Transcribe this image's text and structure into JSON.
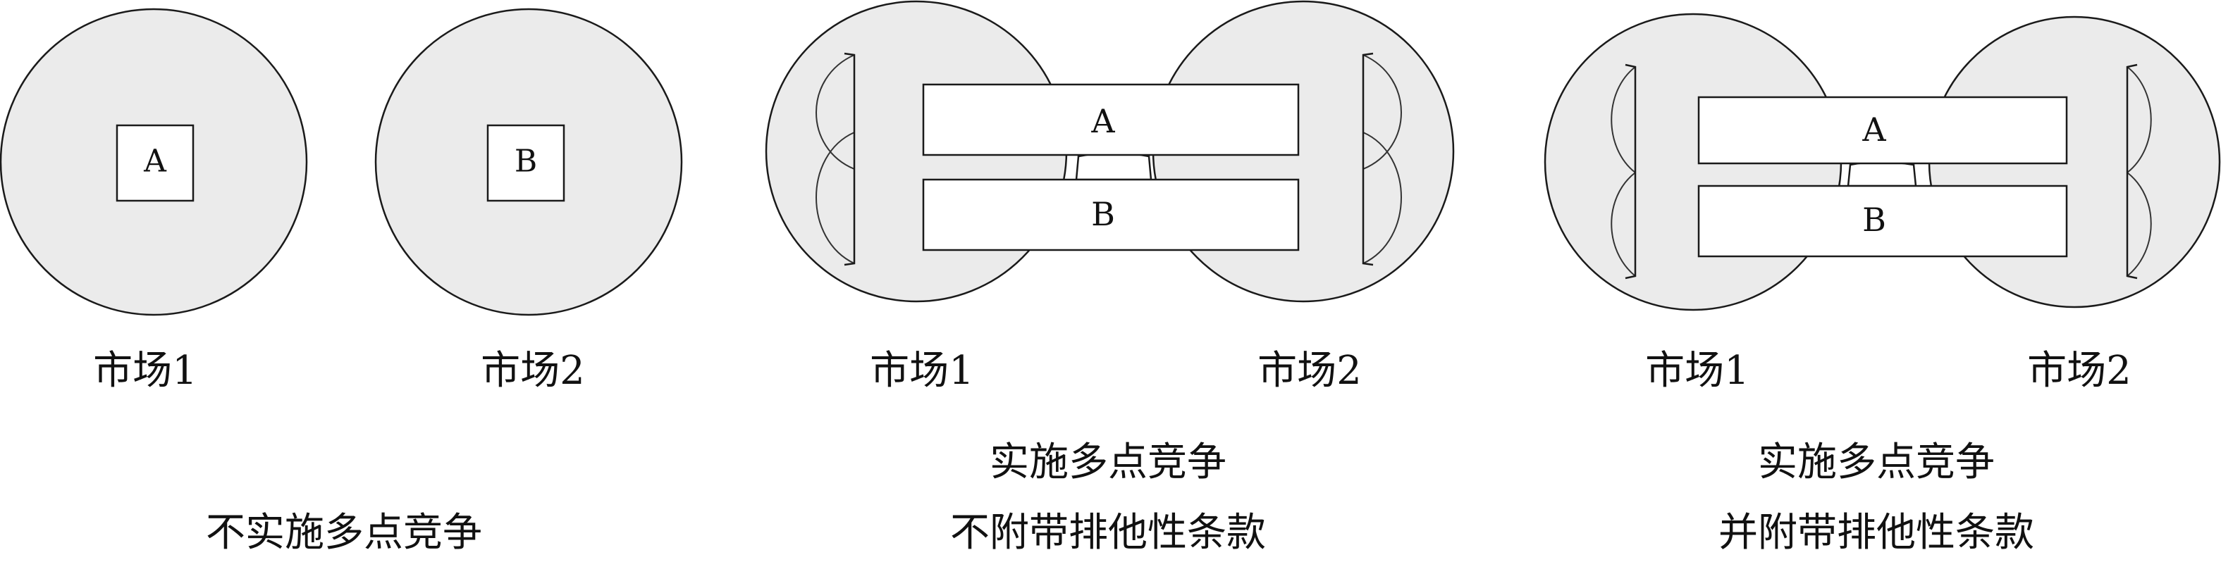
{
  "panel1": {
    "firm_a": "A",
    "firm_b": "B",
    "market1": "市场1",
    "market2": "市场2",
    "caption": "不实施多点竞争"
  },
  "panel2": {
    "firm_a": "A",
    "firm_b": "B",
    "market1": "市场1",
    "market2": "市场2",
    "caption_line1": "实施多点竞争",
    "caption_line2": "不附带排他性条款"
  },
  "panel3": {
    "firm_a": "A",
    "firm_b": "B",
    "market1": "市场1",
    "market2": "市场2",
    "caption_line1": "实施多点竞争",
    "caption_line2": "并附带排他性条款"
  }
}
